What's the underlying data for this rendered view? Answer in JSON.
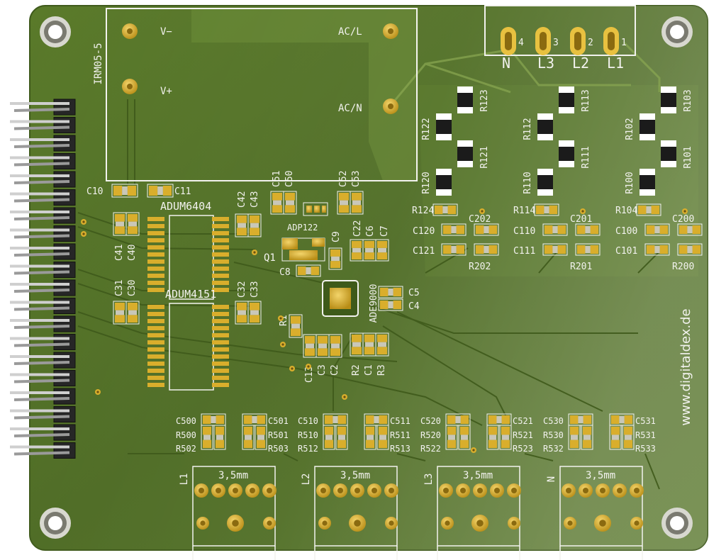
{
  "board": {
    "website": "www.digitaldex.de",
    "colors": {
      "soldermask": "#4f6b24",
      "soldermask_light": "#6f8f3a",
      "copper_pour": "#5c7a2c",
      "silkscreen": "#f2f2ee",
      "pad_gold": "#d9ae2c",
      "pin_header": "#2a2a2a"
    }
  },
  "power_module": {
    "name": "IRM05-5",
    "vminus": "V−",
    "vplus": "V+",
    "acl": "AC/L",
    "acn": "AC/N"
  },
  "mains_connector": {
    "pin_numbers": [
      "4",
      "3",
      "2",
      "1"
    ],
    "pin_names": [
      "N",
      "L3",
      "L2",
      "L1"
    ]
  },
  "chips": {
    "adum6404": "ADUM6404",
    "adum4151": "ADUM4151",
    "ade9000": "ADE9000",
    "adp122": "ADP122",
    "q1": "Q1"
  },
  "labels": {
    "c10": "C10",
    "c11": "C11",
    "c41": "C41",
    "c40": "C40",
    "c31": "C31",
    "c30": "C30",
    "c42": "C42",
    "c43": "C43",
    "c32": "C32",
    "c33": "C33",
    "c51": "C51",
    "c50": "C50",
    "c52": "C52",
    "c53": "C53",
    "c9": "C9",
    "c22": "C22",
    "c6": "C6",
    "c7": "C7",
    "c8": "C8",
    "c5": "C5",
    "c4": "C4",
    "r1": "R1",
    "c13": "C13",
    "c3": "C3",
    "c2": "C2",
    "r2": "R2",
    "c1": "C1",
    "r3": "R3",
    "r123": "R123",
    "r122": "R122",
    "r121": "R121",
    "r120": "R120",
    "r124": "R124",
    "r113": "R113",
    "r112": "R112",
    "r111": "R111",
    "r110": "R110",
    "r114": "R114",
    "r103": "R103",
    "r102": "R102",
    "r101": "R101",
    "r100": "R100",
    "r104": "R104",
    "c202": "C202",
    "c120": "C120",
    "c121": "C121",
    "r202": "R202",
    "c201": "C201",
    "c110": "C110",
    "c111": "C111",
    "r201": "R201",
    "c200": "C200",
    "c100": "C100",
    "c101": "C101",
    "r200": "R200"
  },
  "sensor_channels": [
    {
      "c_left": "C500",
      "r_left": "R500",
      "r_left2": "R502",
      "c_right": "C501",
      "r_right": "R501",
      "r_right2": "R503",
      "phase": "L1",
      "jack": "3,5mm"
    },
    {
      "c_left": "C510",
      "r_left": "R510",
      "r_left2": "R512",
      "c_right": "C511",
      "r_right": "R511",
      "r_right2": "R513",
      "phase": "L2",
      "jack": "3,5mm"
    },
    {
      "c_left": "C520",
      "r_left": "R520",
      "r_left2": "R522",
      "c_right": "C521",
      "r_right": "R521",
      "r_right2": "R523",
      "phase": "L3",
      "jack": "3,5mm"
    },
    {
      "c_left": "C530",
      "r_left": "R530",
      "r_left2": "R532",
      "c_right": "C531",
      "r_right": "R531",
      "r_right2": "R533",
      "phase": "N",
      "jack": "3,5mm"
    }
  ]
}
